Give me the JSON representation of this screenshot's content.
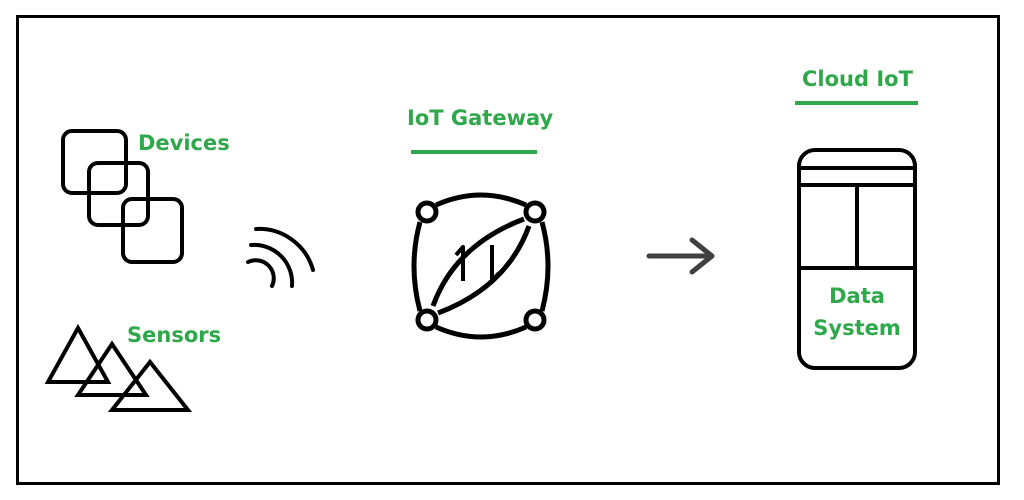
{
  "labels": {
    "devices": "Devices",
    "sensors": "Sensors",
    "gateway": "IoT Gateway",
    "cloud": "Cloud IoT",
    "data_line1": "Data",
    "data_line2": "System"
  },
  "icons": {
    "devices": "overlapping-squares-icon",
    "sensors": "overlapping-triangles-icon",
    "wireless": "wifi-signal-icon",
    "gateway": "gateway-exchange-icon",
    "flow": "right-arrow-icon",
    "cloud": "database-server-icon"
  },
  "colors": {
    "accent": "#2ea84a",
    "stroke": "#000000",
    "arrow": "#404040"
  }
}
